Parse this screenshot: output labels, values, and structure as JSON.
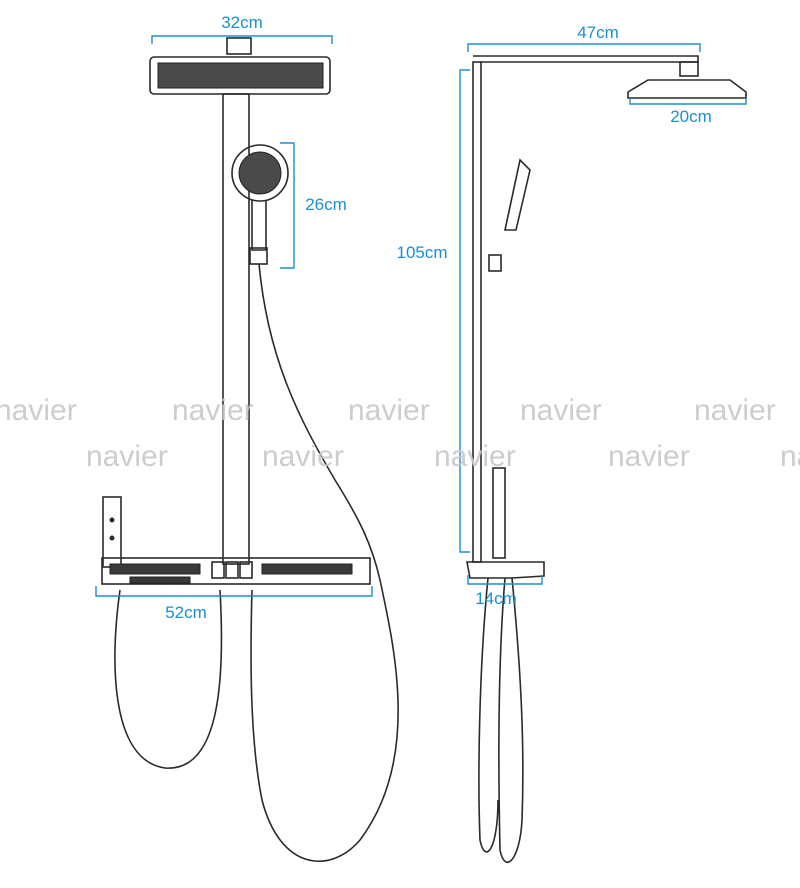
{
  "colors": {
    "dimension": "#1b8fd0",
    "dimension_text": "#1b8fd0",
    "watermark": "#c8c8c8",
    "outline": "#2a2a2a",
    "background": "#ffffff"
  },
  "front_view": {
    "dims": {
      "rain_head_width": "32cm",
      "hand_shower_height": "26cm",
      "shelf_width": "52cm"
    }
  },
  "side_view": {
    "dims": {
      "arm_length": "47cm",
      "head_diameter": "20cm",
      "column_height": "105cm",
      "shelf_depth": "14cm"
    }
  },
  "watermark": {
    "brand": "navier"
  }
}
